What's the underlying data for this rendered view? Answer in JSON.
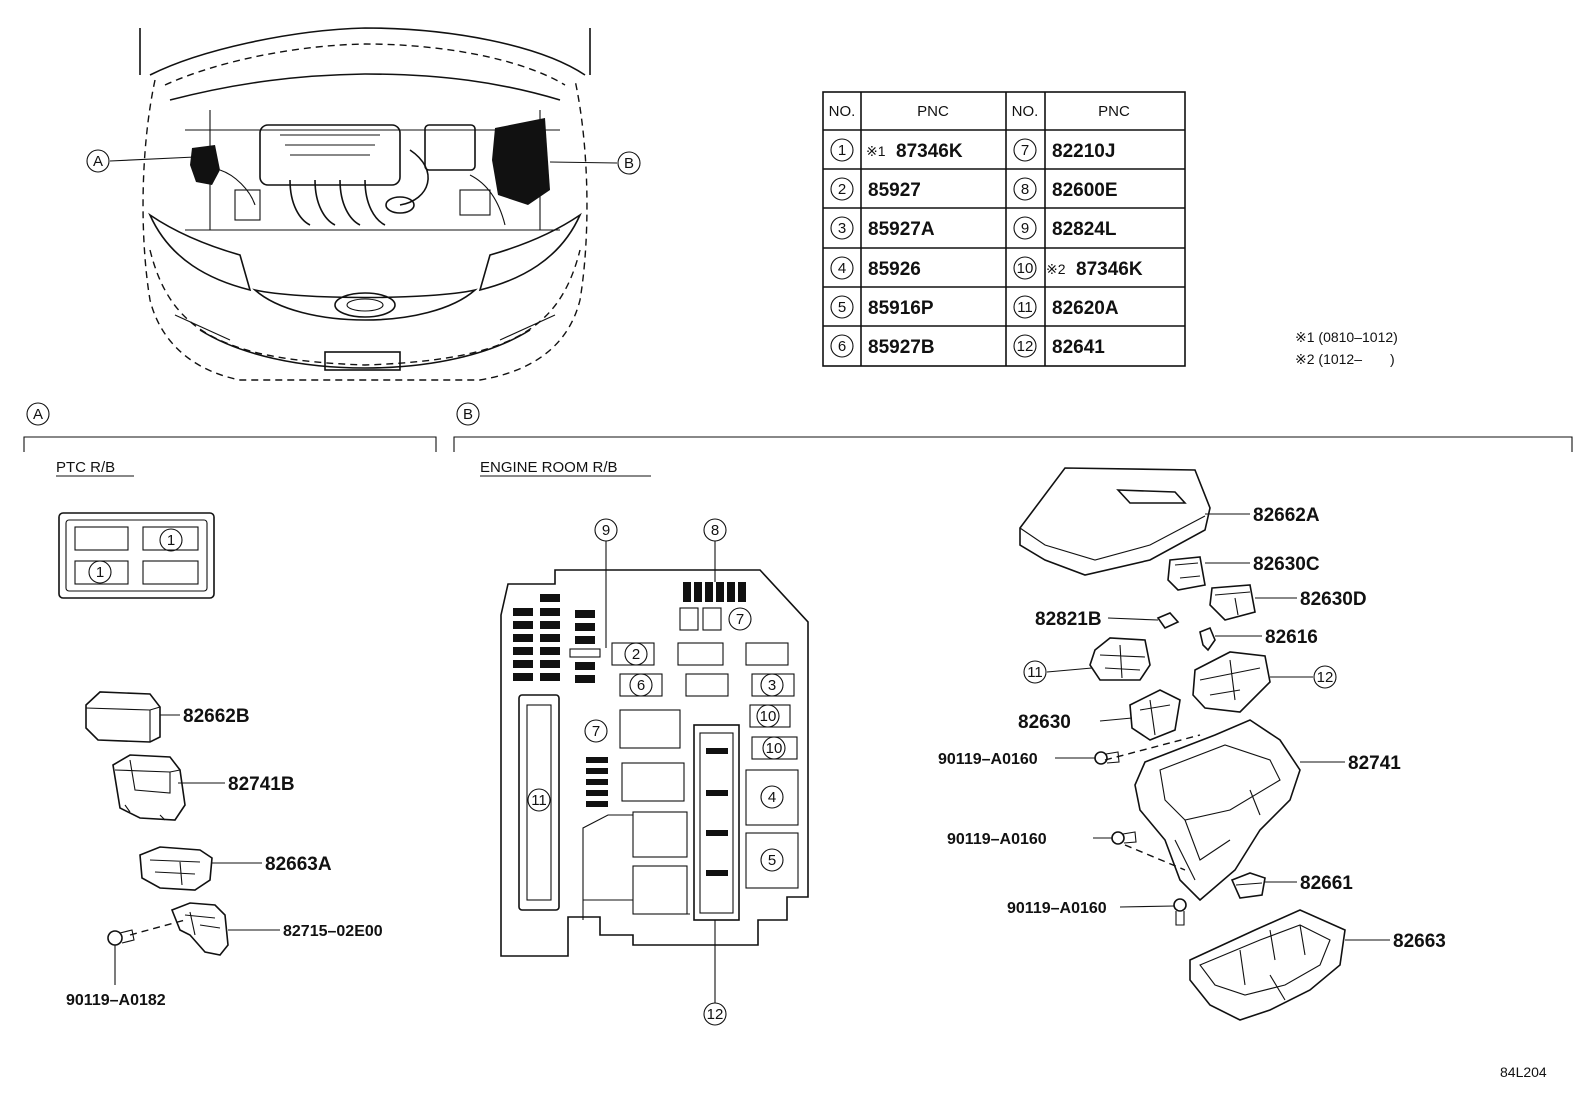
{
  "diagram_code": "84L204",
  "callouts": {
    "a": "A",
    "b": "B"
  },
  "sections": {
    "a_title": "PTC R/B",
    "b_title": "ENGINE ROOM R/B"
  },
  "table": {
    "header": {
      "no": "NO.",
      "pnc": "PNC"
    },
    "rows": [
      {
        "l_no": "1",
        "l_mark": "※1",
        "l_pnc": "87346K",
        "r_no": "7",
        "r_mark": "",
        "r_pnc": "82210J"
      },
      {
        "l_no": "2",
        "l_mark": "",
        "l_pnc": "85927",
        "r_no": "8",
        "r_mark": "",
        "r_pnc": "82600E"
      },
      {
        "l_no": "3",
        "l_mark": "",
        "l_pnc": "85927A",
        "r_no": "9",
        "r_mark": "",
        "r_pnc": "82824L"
      },
      {
        "l_no": "4",
        "l_mark": "",
        "l_pnc": "85926",
        "r_no": "10",
        "r_mark": "※2",
        "r_pnc": "87346K"
      },
      {
        "l_no": "5",
        "l_mark": "",
        "l_pnc": "85916P",
        "r_no": "11",
        "r_mark": "",
        "r_pnc": "82620A"
      },
      {
        "l_no": "6",
        "l_mark": "",
        "l_pnc": "85927B",
        "r_no": "12",
        "r_mark": "",
        "r_pnc": "82641"
      }
    ]
  },
  "notes": {
    "n1": "※1 (0810–1012)",
    "n2": "※2 (1012–　　)"
  },
  "ptc_parts": {
    "p1": "82662B",
    "p2": "82741B",
    "p3": "82663A",
    "p4": "82715–02E00",
    "p5": "90119–A0182"
  },
  "fusebox_marks": {
    "m1": "1",
    "m2": "2",
    "m3": "3",
    "m4": "4",
    "m5": "5",
    "m6": "6",
    "m7": "7",
    "m8": "8",
    "m9": "9",
    "m10": "10",
    "m11": "11",
    "m12": "12"
  },
  "exploded_parts": {
    "cover": "82662A",
    "p82630c": "82630C",
    "p82630d": "82630D",
    "p82821b": "82821B",
    "p82616": "82616",
    "p82630": "82630",
    "bolt1": "90119–A0160",
    "bolt2": "90119–A0160",
    "bolt3": "90119–A0160",
    "p82741": "82741",
    "p82661": "82661",
    "p82663": "82663",
    "c11": "11",
    "c12": "12"
  }
}
